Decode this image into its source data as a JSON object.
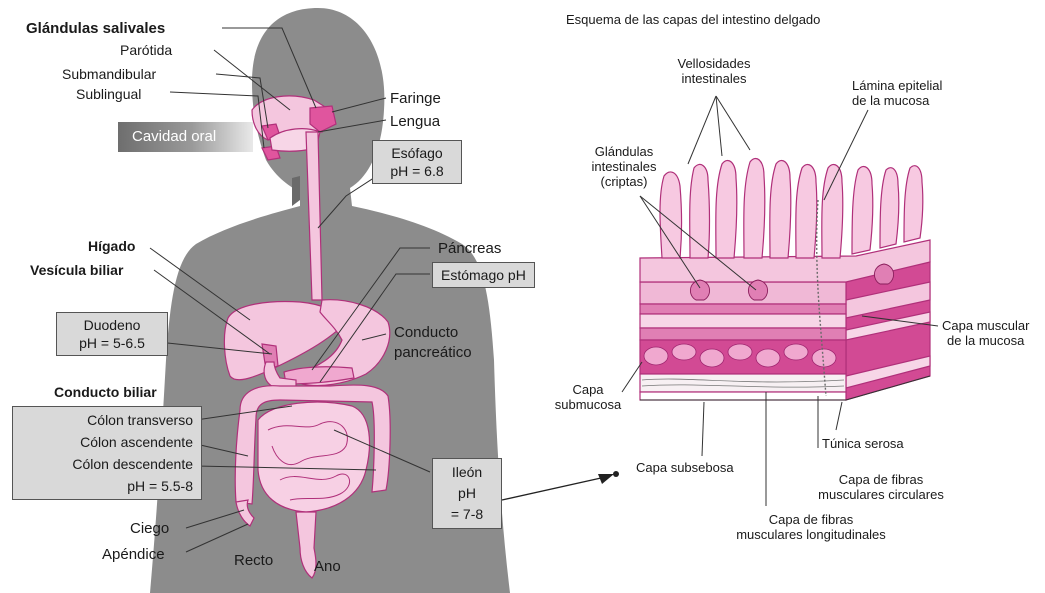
{
  "colors": {
    "silhouette": "#8c8c8c",
    "organ_pink": "#f4c6de",
    "organ_stroke": "#b0307a",
    "tissue_magenta": "#d24a94",
    "label_box": "#d9d9d9"
  },
  "left": {
    "glandulas": "Glándulas salivales",
    "parotida": "Parótida",
    "submandibular": "Submandibular",
    "sublingual": "Sublingual",
    "cavidad_oral": "Cavidad oral",
    "faringe": "Faringe",
    "lengua": "Lengua",
    "esofago_1": "Esófago",
    "esofago_2": "pH = 6.8",
    "higado": "Hígado",
    "vesicula": "Vesícula biliar",
    "pancreas": "Páncreas",
    "estomago": "Estómago pH",
    "duodeno_1": "Duodeno",
    "duodeno_2": "pH = 5-6.5",
    "conducto_1": "Conducto",
    "conducto_2": "pancreático",
    "conducto_biliar": "Conducto biliar",
    "colon_transverso": "Cólon transverso",
    "colon_ascendente": "Cólon ascendente",
    "colon_descendente": "Cólon descendente",
    "colon_ph": "pH = 5.5-8",
    "ileon_1": "Ileón",
    "ileon_2": "pH",
    "ileon_3": "= 7-8",
    "ciego": "Ciego",
    "apendice": "Apéndice",
    "recto": "Recto",
    "ano": "Ano"
  },
  "right": {
    "title": "Esquema de las capas del intestino delgado",
    "vellosidades_1": "Vellosidades",
    "vellosidades_2": "intestinales",
    "lamina_1": "Lámina epitelial",
    "lamina_2": "de la mucosa",
    "glandulas_int_1": "Glándulas",
    "glandulas_int_2": "intestinales",
    "glandulas_int_3": "(criptas)",
    "capa_muscular_1": "Capa muscular",
    "capa_muscular_2": "de la mucosa",
    "submucosa_1": "Capa",
    "submucosa_2": "submucosa",
    "serosa": "Túnica serosa",
    "subsebosa": "Capa subsebosa",
    "circulares_1": "Capa de fibras",
    "circulares_2": "musculares circulares",
    "longitudinales_1": "Capa de fibras",
    "longitudinales_2": "musculares longitudinales"
  }
}
